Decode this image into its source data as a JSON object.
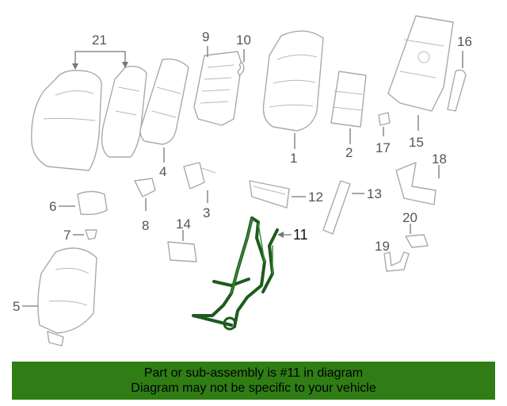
{
  "callouts": {
    "c1": "1",
    "c2": "2",
    "c3": "3",
    "c4": "4",
    "c5": "5",
    "c6": "6",
    "c7": "7",
    "c8": "8",
    "c9": "9",
    "c10": "10",
    "c11": "11",
    "c12": "12",
    "c13": "13",
    "c14": "14",
    "c15": "15",
    "c16": "16",
    "c17": "17",
    "c18": "18",
    "c19": "19",
    "c20": "20",
    "c21": "21"
  },
  "highlighted_part": "11",
  "colors": {
    "banner": "#2f7d14",
    "harness": "#1e5a1e"
  },
  "footer": {
    "line1": "Part or sub-assembly is #11 in diagram",
    "line2": "Diagram may not be specific to your vehicle"
  }
}
